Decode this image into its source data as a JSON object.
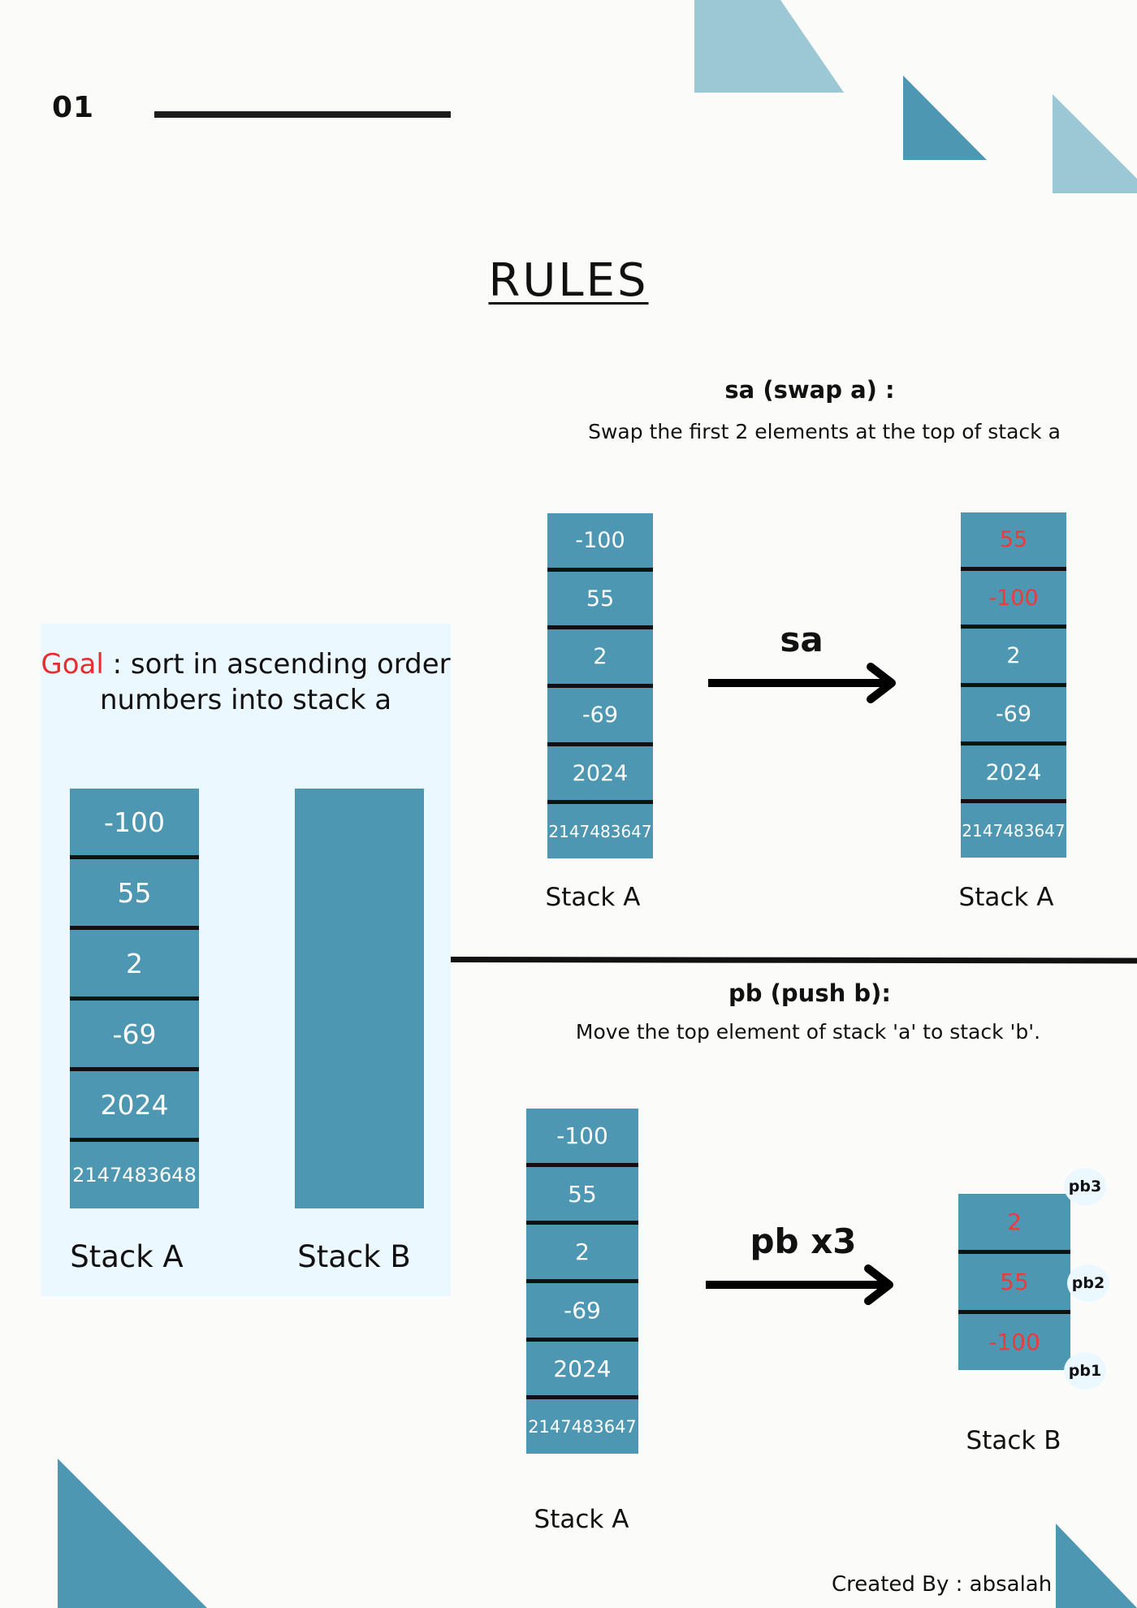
{
  "page": {
    "number": "01",
    "title": "RULES",
    "credit": "Created By : absalah"
  },
  "colors": {
    "stack": "#4d97b3",
    "shape_light": "#9cc7d4",
    "shape_dark": "#4d97b3",
    "goal_background": "#ebf8ff",
    "highlight": "#ef3a3a"
  },
  "goal": {
    "keyword": "Goal",
    "text": " : sort in ascending order numbers into stack a",
    "stack_a": {
      "label": "Stack A",
      "items": [
        "-100",
        "55",
        "2",
        "-69",
        "2024",
        "2147483648"
      ]
    },
    "stack_b": {
      "label": "Stack B",
      "items": []
    }
  },
  "sa": {
    "title": "sa (swap a) :",
    "description": "Swap the first 2 elements at the top of stack a",
    "arrow_label": "sa",
    "before": {
      "label": "Stack A",
      "items": [
        "-100",
        "55",
        "2",
        "-69",
        "2024",
        "2147483647"
      ]
    },
    "after": {
      "label": "Stack A",
      "items": [
        "55",
        "-100",
        "2",
        "-69",
        "2024",
        "2147483647"
      ],
      "highlighted": [
        0,
        1
      ]
    }
  },
  "pb": {
    "title": "pb (push b):",
    "description": "Move the top element of stack 'a' to stack 'b'.",
    "arrow_label": "pb x3",
    "before": {
      "label": "Stack A",
      "items": [
        "-100",
        "55",
        "2",
        "-69",
        "2024",
        "2147483647"
      ]
    },
    "after": {
      "label": "Stack B",
      "items": [
        "2",
        "55",
        "-100"
      ],
      "tags": [
        "pb3",
        "pb2",
        "pb1"
      ]
    }
  }
}
